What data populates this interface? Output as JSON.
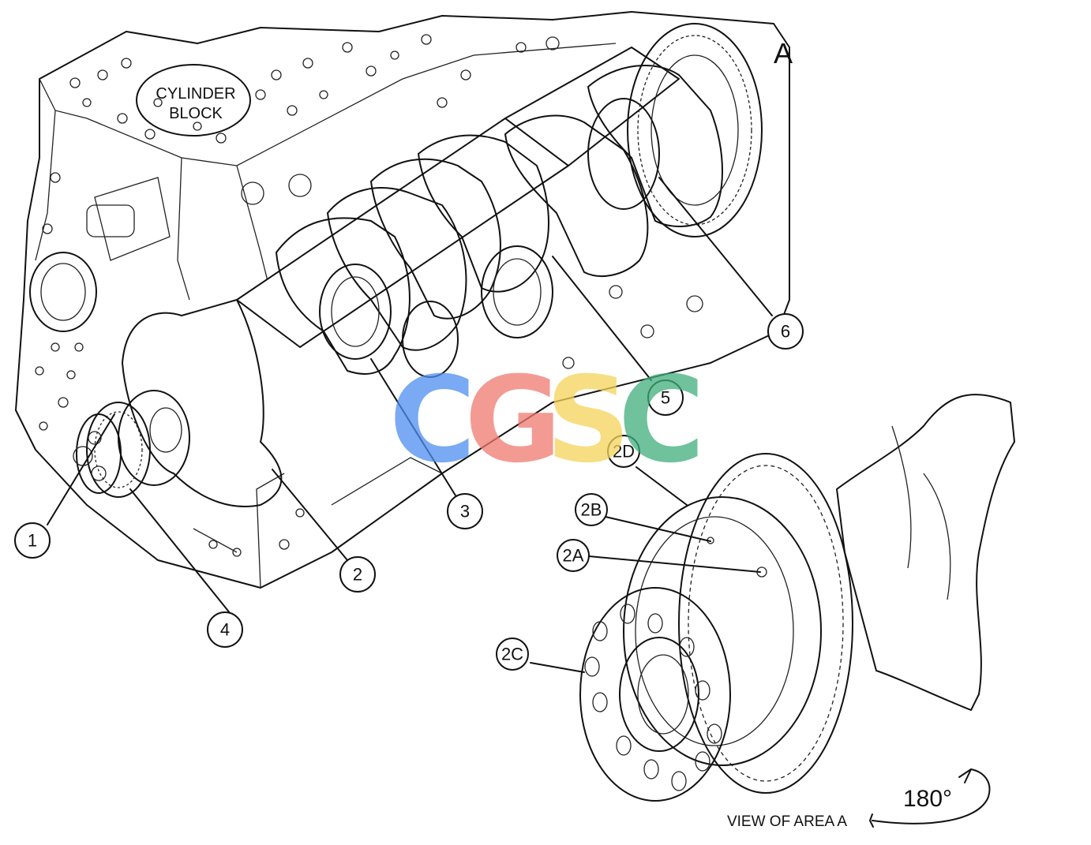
{
  "labels": {
    "cylinder_block": [
      "CYLINDER",
      "BLOCK"
    ],
    "area_marker": "A",
    "view_caption": "VIEW OF AREA  A",
    "rotation": "180°"
  },
  "callouts": [
    "1",
    "2",
    "3",
    "4",
    "5",
    "6",
    "2A",
    "2B",
    "2C",
    "2D"
  ],
  "watermark": {
    "letters": [
      "C",
      "G",
      "S",
      "C"
    ],
    "colors": [
      "#4d8ef0",
      "#f07a70",
      "#f5d45a",
      "#3fae7a"
    ]
  }
}
